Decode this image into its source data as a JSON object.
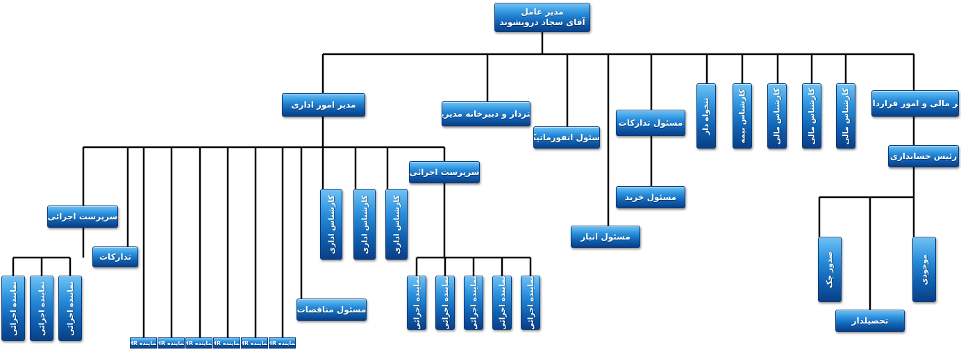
{
  "ceo": {
    "title": "مدیر عامل",
    "name": "آقای سجاد درویشوند"
  },
  "labels": {
    "admin_manager": "مدیر امور اداری",
    "office_secretary": "دفتردار و دبیرخانه مدیریت",
    "it_officer": "مسئول انفورماتیک",
    "warehouse_officer": "مسئول انبار",
    "procurement_officer": "مسئول تدارکات",
    "purchase_officer": "مسئول خرید",
    "cashier": "تنخواه دار",
    "insurance_expert": "کارشناس بیمه",
    "financial_expert": "کارشناس مالی",
    "finance_contracts_manager": "مدیر مالی و امور قراردادها",
    "chief_accountant": "رئیس حسابداری",
    "check_issuance": "صدور چک",
    "inventory": "موجودی",
    "collector": "تحصیلدار",
    "exec_supervisor": "سرپرست اجرائی",
    "admin_expert": "کارشناس اداری",
    "tenders_officer": "مسئول مناقصات",
    "procurement": "تدارکات",
    "exec_rep": "نماینده اجرائی",
    "hr_rep": "نماینده HR"
  }
}
